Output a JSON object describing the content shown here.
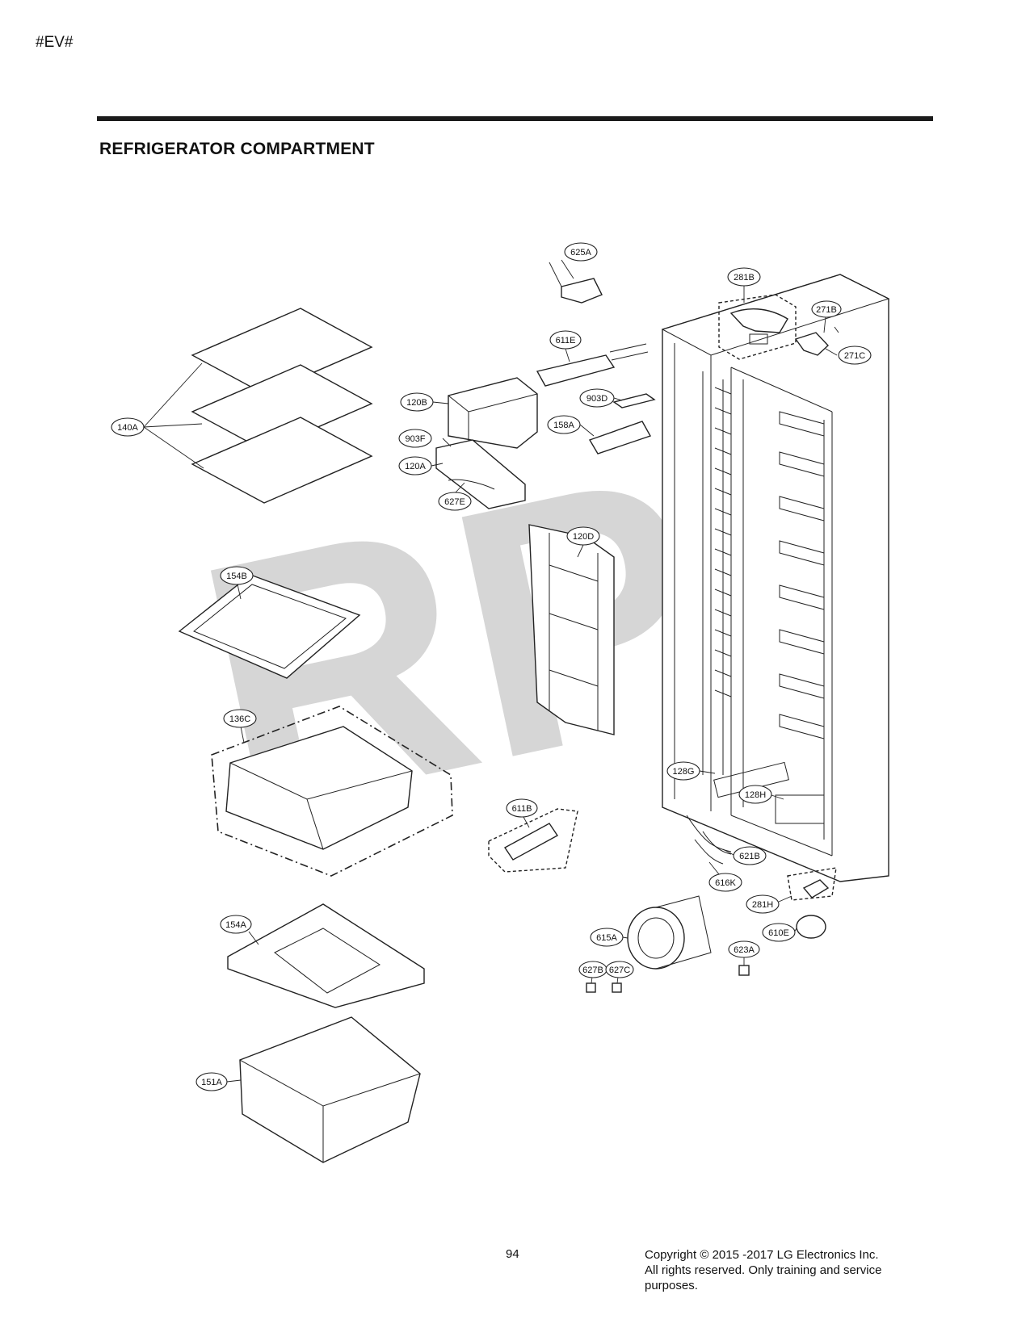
{
  "page": {
    "tag": "#EV#",
    "title": "REFRIGERATOR COMPARTMENT",
    "page_number": "94",
    "copyright": [
      "Copyright © 2015 -2017 LG Electronics Inc.",
      "All rights reserved. Only training and service",
      "purposes."
    ],
    "watermark": "RPI"
  },
  "parts": [
    "625A",
    "281B",
    "271B",
    "271C",
    "611E",
    "903D",
    "120B",
    "158A",
    "140A",
    "903F",
    "120A",
    "627E",
    "120D",
    "154B",
    "136C",
    "128G",
    "128H",
    "611B",
    "621B",
    "616K",
    "281H",
    "610E",
    "154A",
    "615A",
    "623A",
    "627B",
    "627C",
    "151A"
  ]
}
